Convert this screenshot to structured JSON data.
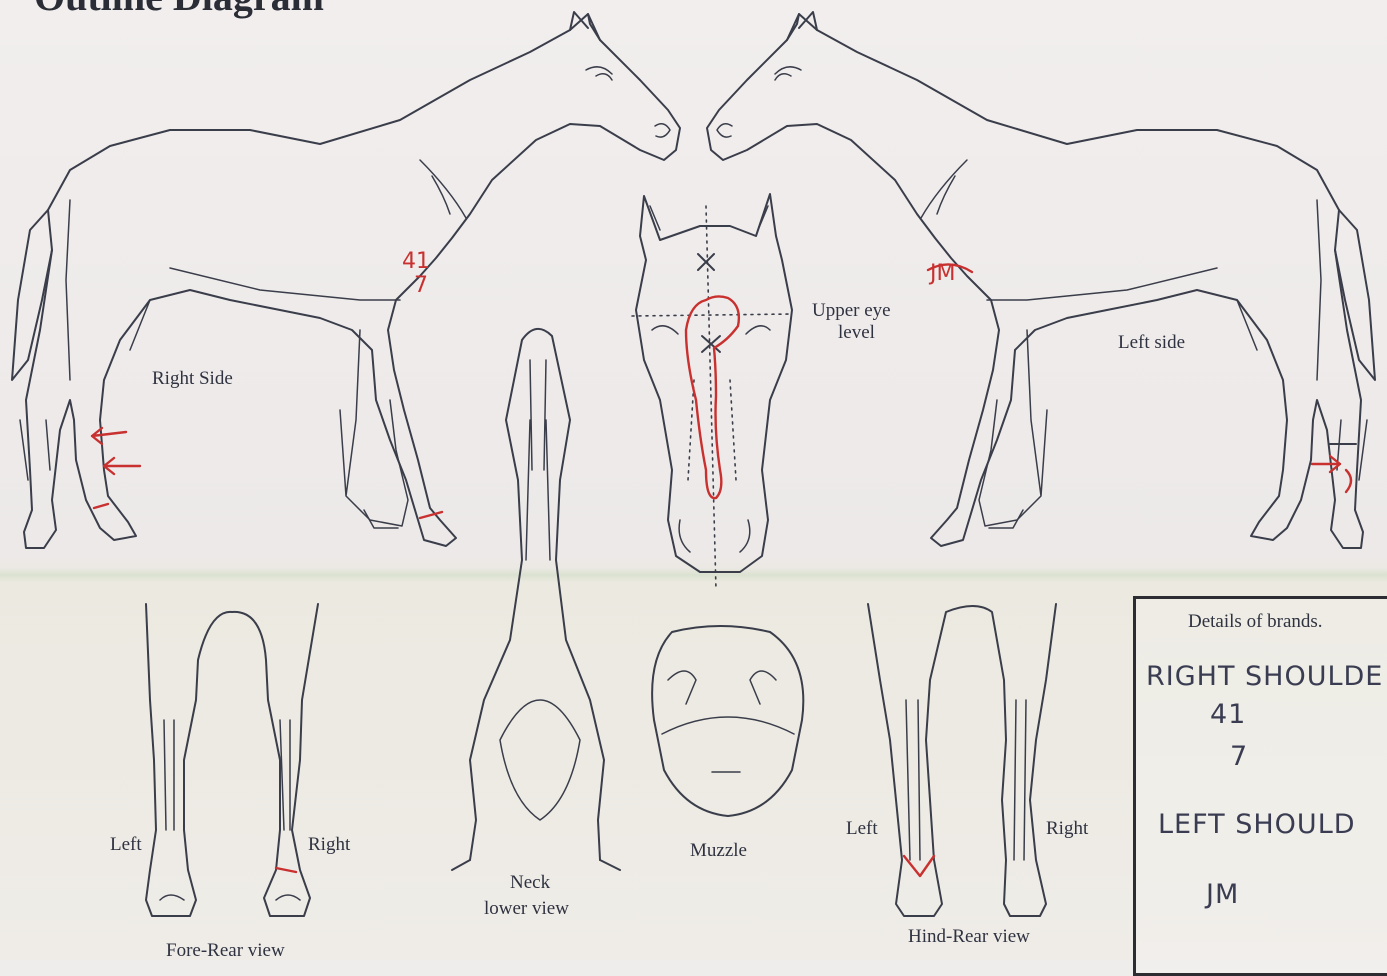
{
  "title": "Outline Diagram",
  "labels": {
    "right_side": "Right Side",
    "left_side": "Left side",
    "upper_eye_level_line1": "Upper eye",
    "upper_eye_level_line2": "level",
    "neck_line1": "Neck",
    "neck_line2": "lower view",
    "muzzle": "Muzzle",
    "fore_rear_view": "Fore-Rear view",
    "hind_rear_view": "Hind-Rear view",
    "fore_left": "Left",
    "fore_right": "Right",
    "hind_left": "Left",
    "hind_right": "Right"
  },
  "markings": {
    "right_shoulder_brand_line1": "41",
    "right_shoulder_brand_line2": "7",
    "left_shoulder_brand": "JM"
  },
  "brand_details": {
    "heading": "Details of brands.",
    "line1": "RIGHT SHOULDE",
    "line2": "41",
    "line3": "7",
    "line4": "LEFT SHOULD",
    "line5": "JM"
  },
  "colors": {
    "ink": "#3a3d4a",
    "red_pen": "#c8312f",
    "paper": "#efedec"
  }
}
